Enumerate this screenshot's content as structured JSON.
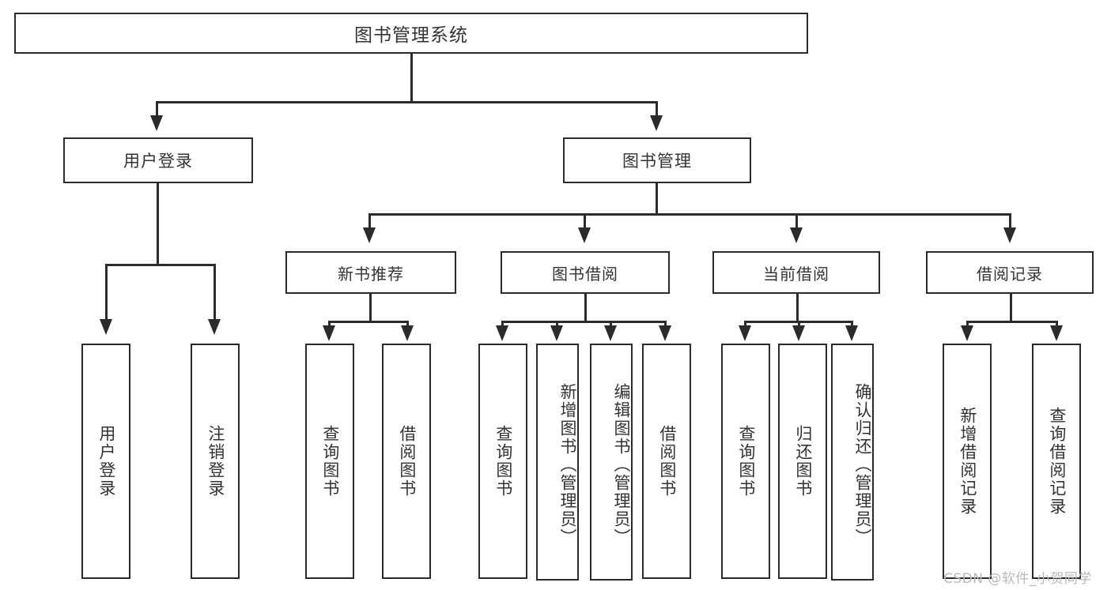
{
  "diagram": {
    "title": "图书管理系统",
    "type": "hierarchy-tree",
    "root": {
      "label": "图书管理系统"
    },
    "level2": [
      {
        "label": "用户登录"
      },
      {
        "label": "图书管理"
      }
    ],
    "level3": [
      {
        "label": "新书推荐"
      },
      {
        "label": "图书借阅"
      },
      {
        "label": "当前借阅"
      },
      {
        "label": "借阅记录"
      }
    ],
    "leaves": {
      "user_login": [
        {
          "label": "用户登录"
        },
        {
          "label": "注销登录"
        }
      ],
      "new_book_recommend": [
        {
          "label": "查询图书"
        },
        {
          "label": "借阅图书"
        }
      ],
      "book_borrow": [
        {
          "label": "查询图书"
        },
        {
          "label": "新增图书（管理员）"
        },
        {
          "label": "编辑图书（管理员）"
        },
        {
          "label": "借阅图书"
        }
      ],
      "current_borrow": [
        {
          "label": "查询图书"
        },
        {
          "label": "归还图书"
        },
        {
          "label": "确认归还（管理员）"
        }
      ],
      "borrow_record": [
        {
          "label": "新增借阅记录"
        },
        {
          "label": "查询借阅记录"
        }
      ]
    }
  },
  "watermark": {
    "text": "CSDN @软件_小贺同学"
  },
  "colors": {
    "stroke": "#2b2b2b",
    "text": "#333333",
    "background": "#ffffff",
    "watermark": "#b9b9b9"
  }
}
